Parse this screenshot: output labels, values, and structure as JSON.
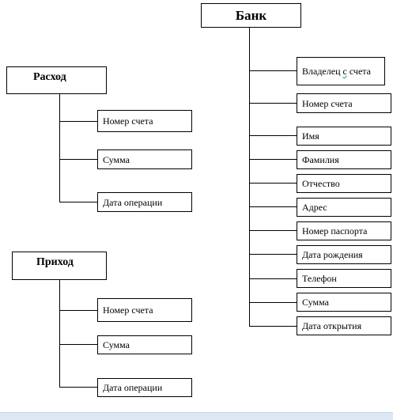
{
  "bank": {
    "title": "Банк",
    "items": [
      {
        "pre": "Владелец ",
        "squiggle": "с",
        "post": " счета"
      },
      {
        "pre": "Номер счета",
        "squiggle": "",
        "post": ""
      },
      {
        "pre": "Имя",
        "squiggle": "",
        "post": ""
      },
      {
        "pre": "Фамилия",
        "squiggle": "",
        "post": ""
      },
      {
        "pre": "Отчество",
        "squiggle": "",
        "post": ""
      },
      {
        "pre": "Адрес",
        "squiggle": "",
        "post": ""
      },
      {
        "pre": "Номер паспорта",
        "squiggle": "",
        "post": ""
      },
      {
        "pre": "Дата рождения",
        "squiggle": "",
        "post": ""
      },
      {
        "pre": "Телефон",
        "squiggle": "",
        "post": ""
      },
      {
        "pre": "Сумма",
        "squiggle": "",
        "post": ""
      },
      {
        "pre": "Дата открытия",
        "squiggle": "",
        "post": ""
      }
    ]
  },
  "expense": {
    "title": "Расход",
    "items": [
      "Номер счета",
      "Сумма",
      "Дата операции"
    ]
  },
  "income": {
    "title": "Приход",
    "items": [
      "Номер счета",
      "Сумма",
      "Дата операции"
    ]
  }
}
